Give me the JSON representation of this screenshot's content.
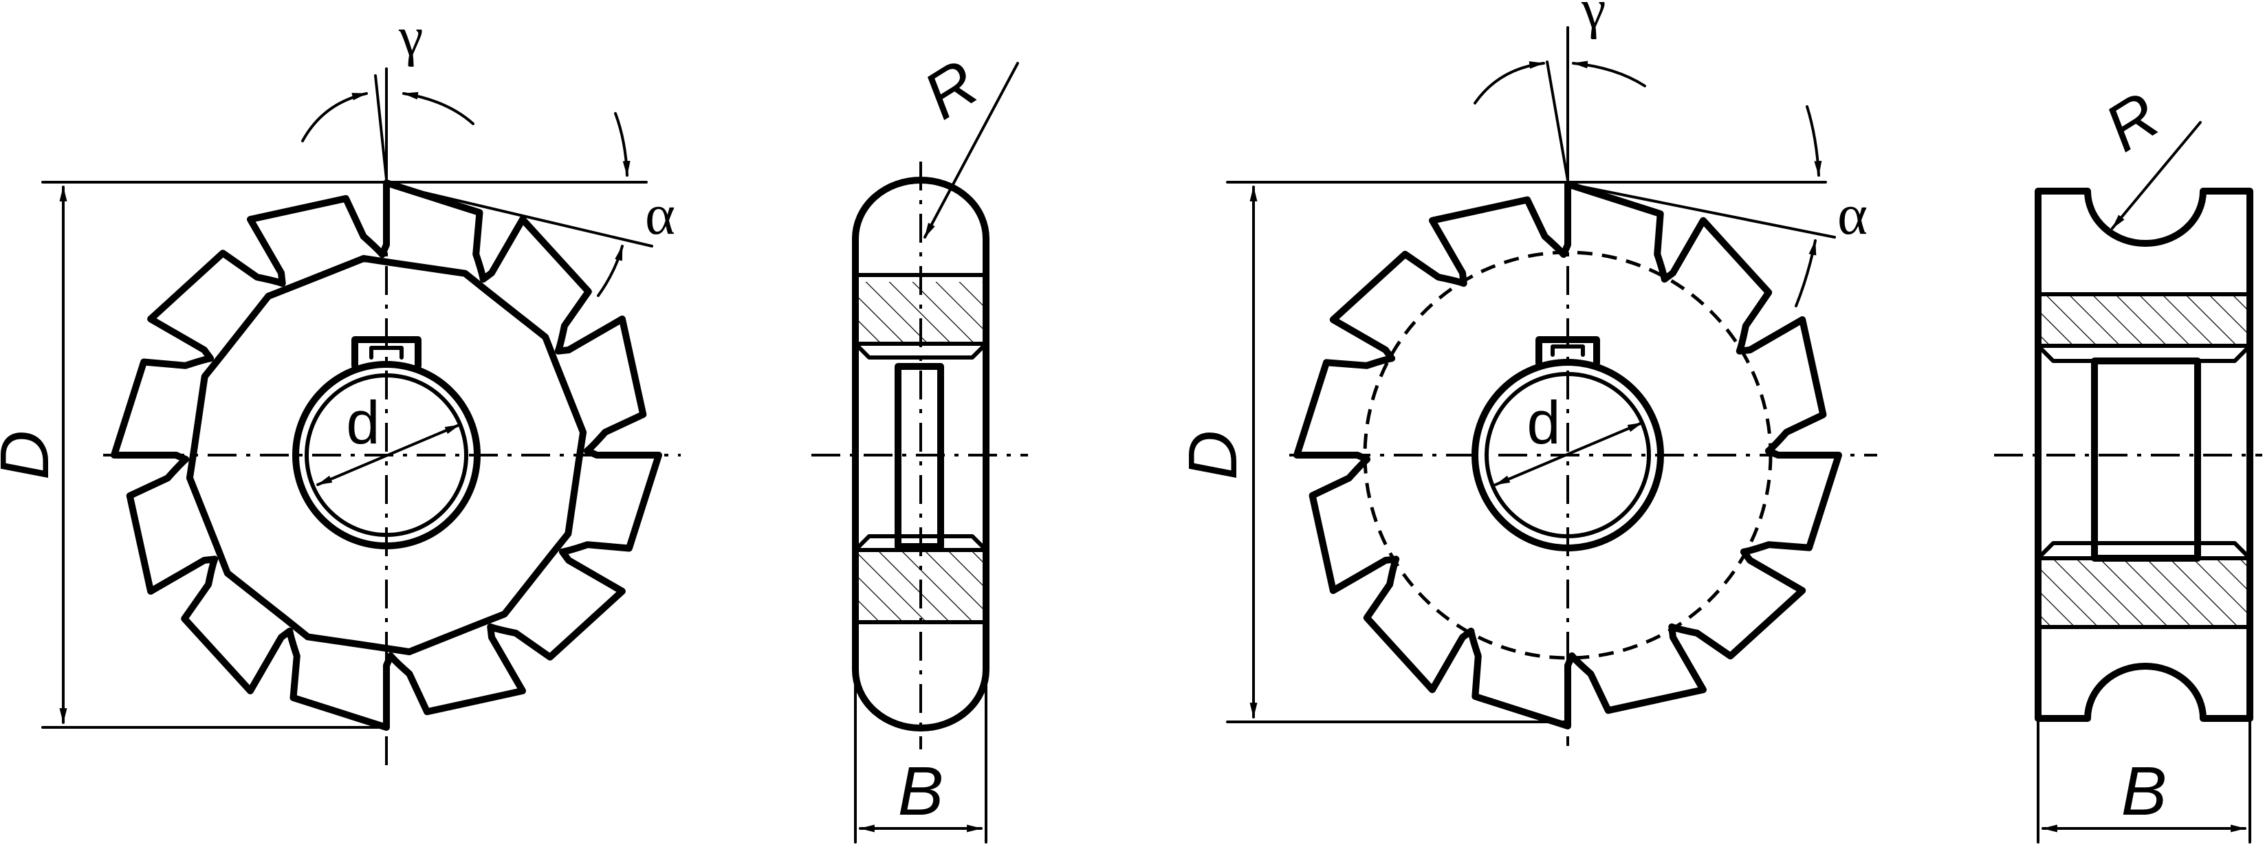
{
  "labels": {
    "D": "D",
    "d": "d",
    "gamma": "γ",
    "alpha": "α",
    "R": "R",
    "B": "B"
  }
}
